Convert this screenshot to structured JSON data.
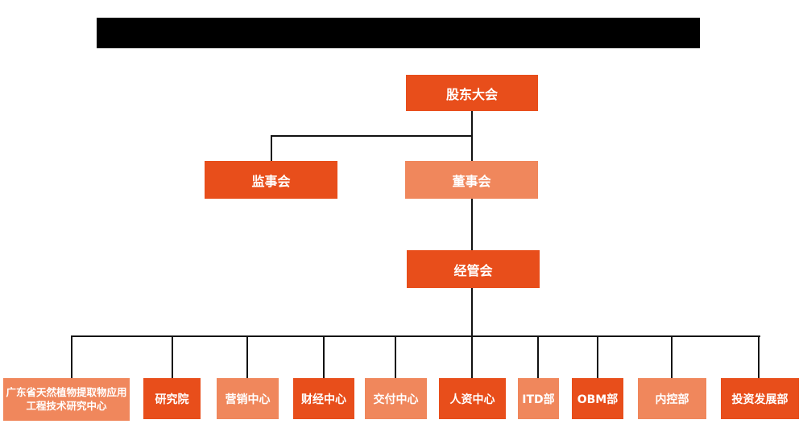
{
  "page": {
    "type": "organization-chart",
    "background_color": "#ffffff",
    "title_bar": {
      "state": "redacted",
      "color": "#000000"
    }
  },
  "org": {
    "colors": {
      "primary_box": "#E84E1B",
      "secondary_box": "#F0875C",
      "connector_line": "#111111",
      "box_text": "#FFFFFF"
    },
    "nodes": {
      "shareholders": {
        "label": "股东大会"
      },
      "supervisors": {
        "label": "监事会"
      },
      "directors": {
        "label": "董事会"
      },
      "management": {
        "label": "经管会"
      }
    },
    "departments": [
      {
        "label": "广东省天然植物提取物应用工程技术研究中心",
        "variant": "light"
      },
      {
        "label": "研究院",
        "variant": "dark"
      },
      {
        "label": "营销中心",
        "variant": "light"
      },
      {
        "label": "财经中心",
        "variant": "dark"
      },
      {
        "label": "交付中心",
        "variant": "light"
      },
      {
        "label": "人资中心",
        "variant": "dark"
      },
      {
        "label": "ITD部",
        "variant": "light"
      },
      {
        "label": "OBM部",
        "variant": "dark"
      },
      {
        "label": "内控部",
        "variant": "light"
      },
      {
        "label": "投资发展部",
        "variant": "dark"
      }
    ],
    "hierarchy": {
      "root": "股东大会",
      "children_of_root": [
        "监事会",
        "董事会"
      ],
      "child_of_directors": "经管会",
      "children_of_management": [
        "广东省天然植物提取物应用工程技术研究中心",
        "研究院",
        "营销中心",
        "财经中心",
        "交付中心",
        "人资中心",
        "ITD部",
        "OBM部",
        "内控部",
        "投资发展部"
      ]
    }
  }
}
